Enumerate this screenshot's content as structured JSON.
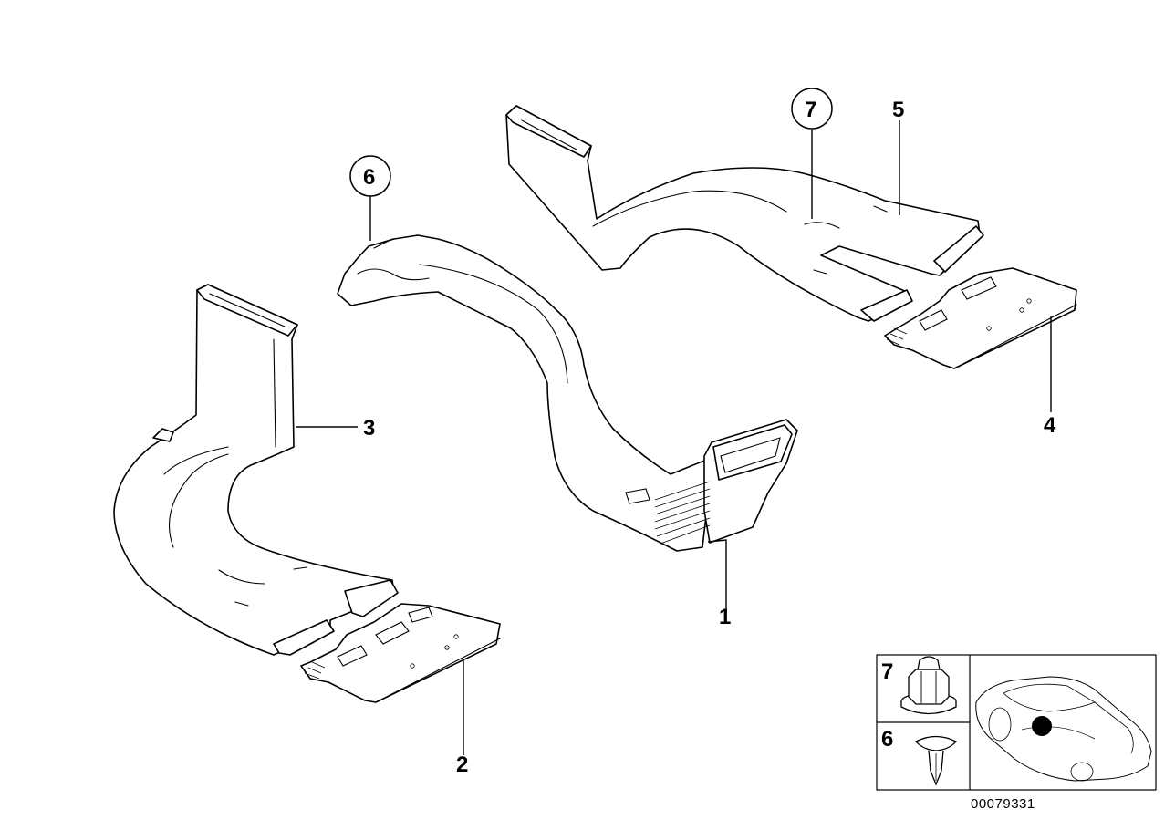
{
  "diagram": {
    "callouts": [
      {
        "id": "1",
        "label": "1"
      },
      {
        "id": "2",
        "label": "2"
      },
      {
        "id": "3",
        "label": "3"
      },
      {
        "id": "4",
        "label": "4"
      },
      {
        "id": "5",
        "label": "5"
      },
      {
        "id": "6",
        "label": "6",
        "circled": true
      },
      {
        "id": "7",
        "label": "7",
        "circled": true
      }
    ],
    "inset": {
      "items": [
        {
          "label": "7",
          "icon": "hex-nut-icon"
        },
        {
          "label": "6",
          "icon": "expanding-rivet-icon"
        }
      ],
      "vehicle_icon": "car-location-icon"
    },
    "reference_number": "00079331"
  }
}
